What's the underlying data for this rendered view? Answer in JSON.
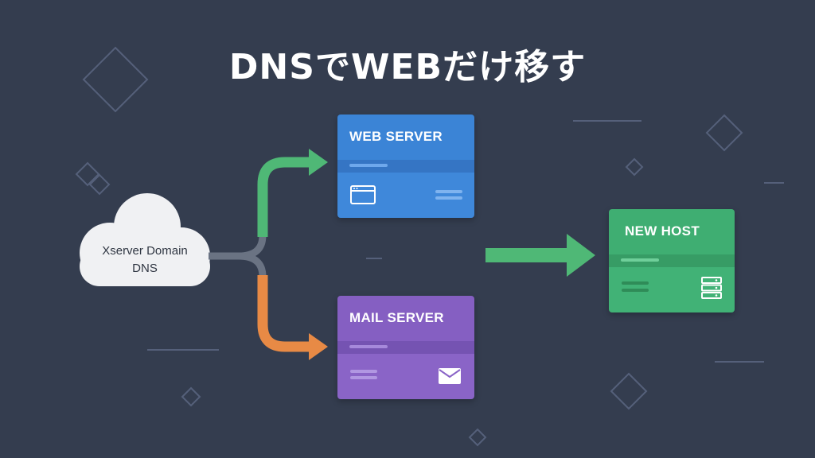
{
  "title": "DNSでWEBだけ移す",
  "dns": {
    "label_line1": "Xserver Domain",
    "label_line2": "DNS"
  },
  "web_server": {
    "label": "WEB SERVER"
  },
  "mail_server": {
    "label": "MAIL SERVER"
  },
  "new_host": {
    "label": "NEW HOST"
  },
  "colors": {
    "background": "#343d4f",
    "web": "#3b84d6",
    "mail": "#855fc2",
    "new_host": "#3fae72",
    "arrow_web": "#4fb876",
    "arrow_mail": "#e88a45",
    "connector": "#6a7383"
  },
  "icons": {
    "web": "browser-window-icon",
    "mail": "envelope-icon",
    "new_host": "server-rack-icon"
  }
}
